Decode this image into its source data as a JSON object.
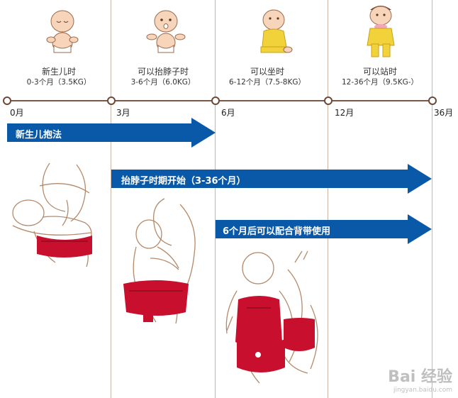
{
  "stages": [
    {
      "label": "新生儿时",
      "sub": "0-3个月（3.5KG）"
    },
    {
      "label": "可以抬脖子时",
      "sub": "3-6个月（6.0KG）"
    },
    {
      "label": "可以坐时",
      "sub": "6-12个月（7.5-8KG）"
    },
    {
      "label": "可以站时",
      "sub": "12-36个月（9.5KG-）"
    }
  ],
  "ticks": [
    "0月",
    "3月",
    "6月",
    "12月",
    "36月"
  ],
  "arrows": [
    {
      "text": "新生儿抱法"
    },
    {
      "text": "抬脖子时期开始（3-36个月）"
    },
    {
      "text": "6个月后可以配合背带使用"
    }
  ],
  "watermark": {
    "logo": "Bai 经验",
    "site": "jingyan.baidu.com"
  },
  "colors": {
    "arrow": "#0a59a8",
    "carrier": "#c8102e",
    "outline": "#b48a6a",
    "axis": "#6b4a36"
  }
}
